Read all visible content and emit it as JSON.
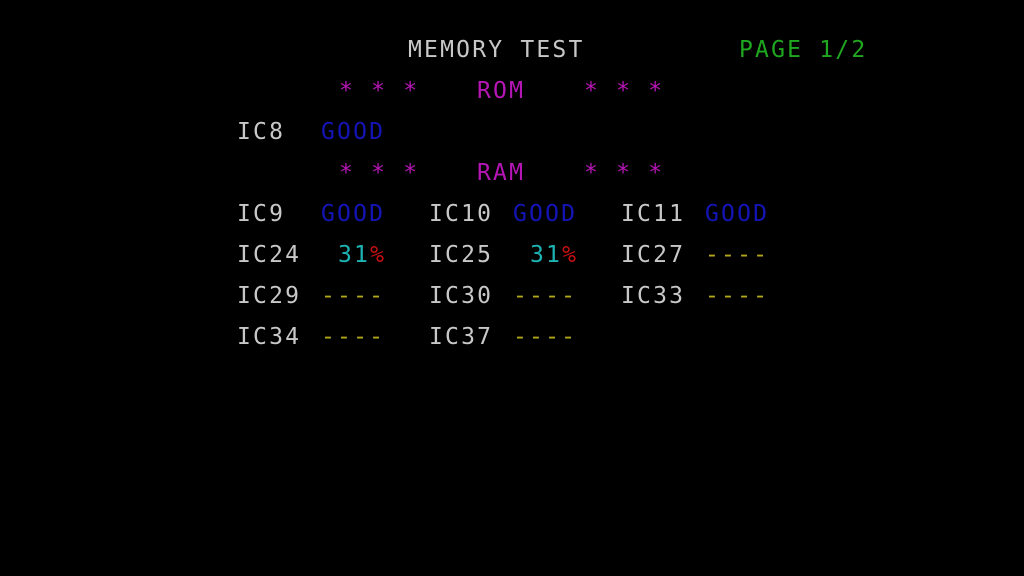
{
  "header": {
    "title": "MEMORY TEST",
    "page": "PAGE 1/2"
  },
  "rom_section": {
    "stars_left": "* * *",
    "label": "ROM",
    "stars_right": "* * *",
    "items": [
      {
        "ic": "IC8",
        "status": "GOOD"
      }
    ]
  },
  "ram_section": {
    "stars_left": "* * *",
    "label": "RAM",
    "stars_right": "* * *",
    "rows": [
      [
        {
          "ic": "IC9",
          "status": "GOOD"
        },
        {
          "ic": "IC10",
          "status": "GOOD"
        },
        {
          "ic": "IC11",
          "status": "GOOD"
        }
      ],
      [
        {
          "ic": "IC24",
          "progress": "31",
          "unit": "%"
        },
        {
          "ic": "IC25",
          "progress": "31",
          "unit": "%"
        },
        {
          "ic": "IC27",
          "status": "----"
        }
      ],
      [
        {
          "ic": "IC29",
          "status": "----"
        },
        {
          "ic": "IC30",
          "status": "----"
        },
        {
          "ic": "IC33",
          "status": "----"
        }
      ],
      [
        {
          "ic": "IC34",
          "status": "----"
        },
        {
          "ic": "IC37",
          "status": "----"
        }
      ]
    ]
  },
  "colors": {
    "background": "#000000",
    "label": "#c8c8c8",
    "page_indicator": "#1fa81f",
    "section_header": "#b516b5",
    "good": "#1414b8",
    "progress_value": "#1fb4b4",
    "progress_unit": "#c41010",
    "pending": "#b4a81a"
  }
}
